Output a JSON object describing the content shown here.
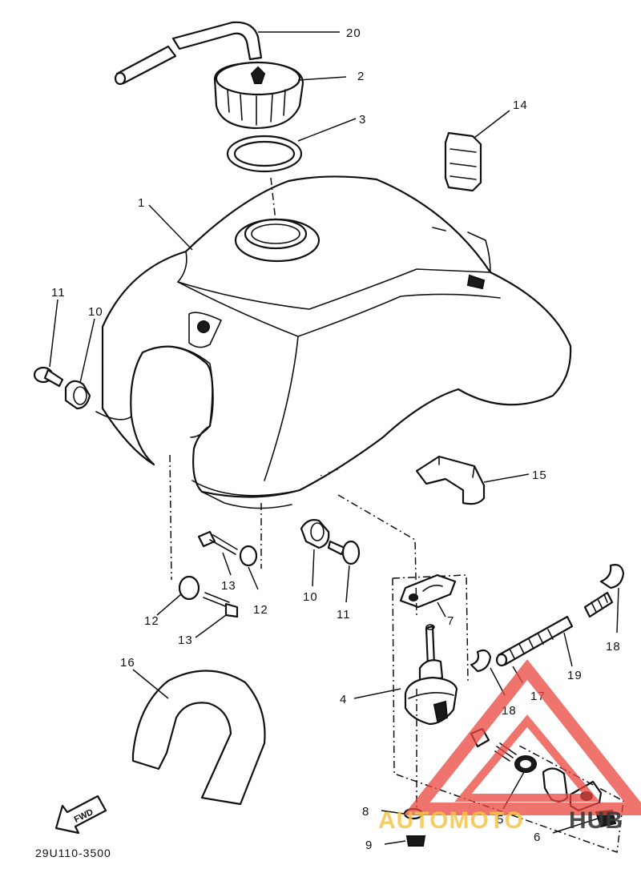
{
  "callouts": {
    "c1": "1",
    "c2": "2",
    "c3": "3",
    "c4": "4",
    "c5": "5",
    "c6": "6",
    "c7": "7",
    "c8": "8",
    "c9": "9",
    "c10a": "10",
    "c10b": "10",
    "c11a": "11",
    "c11b": "11",
    "c12a": "12",
    "c12b": "12",
    "c13a": "13",
    "c13b": "13",
    "c14": "14",
    "c15": "15",
    "c16": "16",
    "c17": "17",
    "c18a": "18",
    "c18b": "18",
    "c19": "19",
    "c20": "20"
  },
  "diagram_code": "29U110-3500",
  "fwd_label": "FWD",
  "watermark": {
    "text_auto": "AUTOMOTO",
    "text_hub": "HUB",
    "color_accent": "#e8453c",
    "color_dark": "#3a3a3a",
    "color_light": "#f6c44a"
  }
}
